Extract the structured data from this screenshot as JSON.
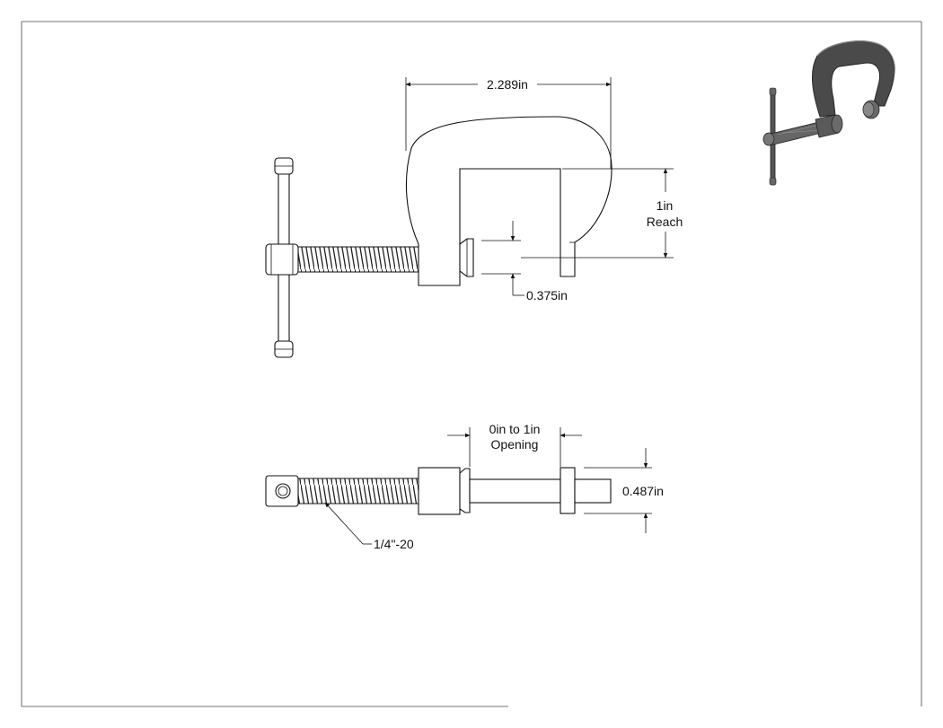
{
  "dimensions": {
    "width": "2.289in",
    "reach_value": "1in",
    "reach_label": "Reach",
    "pad": "0.375in",
    "opening_value": "0in to 1in",
    "opening_label": "Opening",
    "shaft_diameter": "0.487in",
    "thread": "1/4\"-20"
  },
  "colors": {
    "line": "#111111",
    "iso_body": "#4a4a4a",
    "iso_highlight": "#8a8a8a"
  }
}
